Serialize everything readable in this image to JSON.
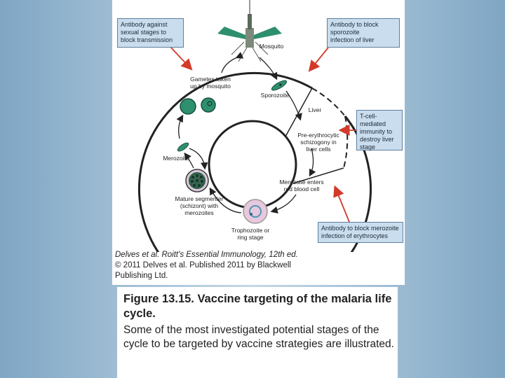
{
  "diagram": {
    "boxes": {
      "sexual": "Antibody against\nsexual stages to\nblock transmission",
      "sporozoite": "Antibody to block\nsporozoite\ninfection of liver",
      "tcell": "T-cell-mediated\nimmunity to\ndestroy liver\nstage",
      "merozoite": "Antibody to block merozoite\ninfection of erythrocytes"
    },
    "labels": {
      "mosquito": "Mosquito",
      "gametes": "Gametes taken\nup by mosquito",
      "sporozoite": "Sporozoite",
      "liver": "Liver",
      "pre_erythrocytic": "Pre-erythrocytic\nschizogony in\nliver cells",
      "merozoite_enters": "Merozoite enters\nred blood cell",
      "trophozoite": "Trophozoite or\nring stage",
      "mature_segmenter": "Mature segmenter\n(schizont) with\nmerozoites",
      "merozoite": "Merozoite"
    },
    "colors": {
      "box_fill": "#c9ddee",
      "arrow_red": "#d23a2a",
      "cell_green": "#2e8f6e",
      "ring_pink": "#e8c8dc"
    }
  },
  "credit": {
    "line1": "Delves et al. Roitt's Essential Immunology, 12th ed.",
    "line2": "© 2011 Delves et al. Published 2011 by Blackwell",
    "line3": "Publishing Ltd."
  },
  "caption": {
    "title": "Figure 13.15. Vaccine targeting of the malaria life cycle.",
    "body": "Some of the most investigated potential stages of the cycle to be targeted by vaccine strategies are illustrated."
  }
}
